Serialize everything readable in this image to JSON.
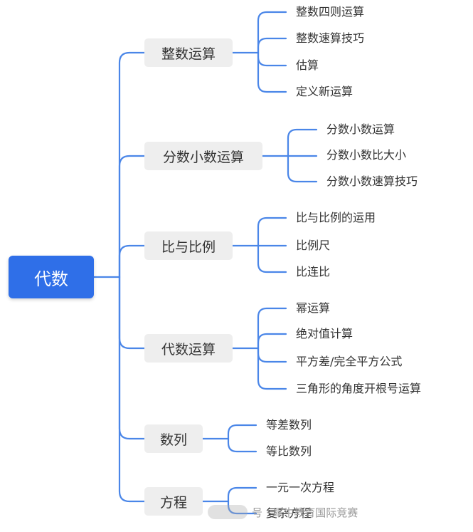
{
  "colors": {
    "root": "#2f6fe8",
    "connector": "#4a86e8",
    "branch_bg": "#eeeeee"
  },
  "root": {
    "label": "代数"
  },
  "branches": [
    {
      "label": "整数运算",
      "children": [
        "整数四则运算",
        "整数速算技巧",
        "估算",
        "定义新运算"
      ]
    },
    {
      "label": "分数小数运算",
      "children": [
        "分数小数运算",
        "分数小数比大小",
        "分数小数速算技巧"
      ]
    },
    {
      "label": "比与比例",
      "children": [
        "比与比例的运用",
        "比例尺",
        "比连比"
      ]
    },
    {
      "label": "代数运算",
      "children": [
        "幂运算",
        "绝对值计算",
        "平方差/完全平方公式",
        "三角形的角度开根号运算"
      ]
    },
    {
      "label": "数列",
      "children": [
        "等差数列",
        "等比数列"
      ]
    },
    {
      "label": "方程",
      "children": [
        "一元一次方程",
        "复杂方程"
      ]
    }
  ],
  "watermark": {
    "icon": "wechat-official-account-icon",
    "text": "号 · 犀牛教育国际竞赛"
  }
}
